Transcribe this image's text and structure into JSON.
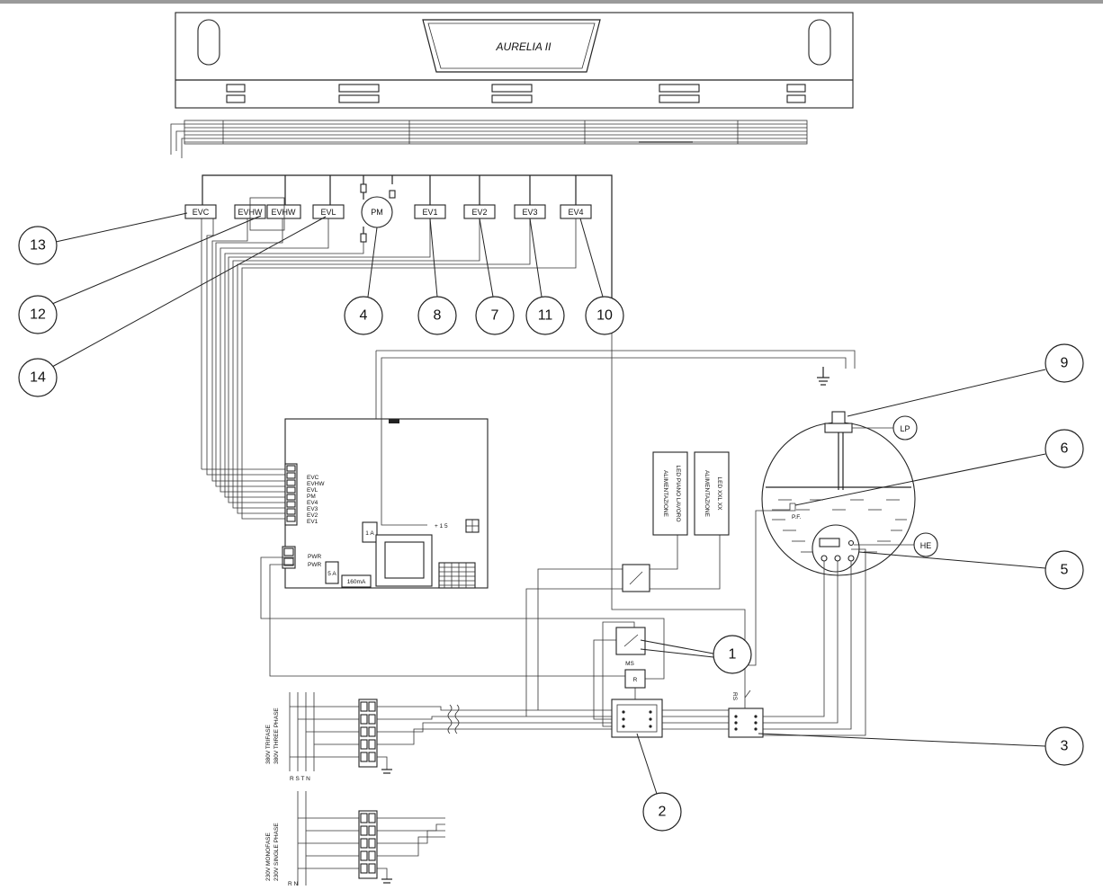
{
  "panel": {
    "brand": "AURELIA II"
  },
  "valves": {
    "evc": "EVC",
    "evhw1": "EVHW",
    "evhw2": "EVHW",
    "evl": "EVL",
    "pm": "PM",
    "ev1": "EV1",
    "ev2": "EV2",
    "ev3": "EV3",
    "ev4": "EV4"
  },
  "board": {
    "fuse_1a": "1 A",
    "fuse_5a": "5 A",
    "fuse_160ma": "160mA",
    "connector_12v": "+ 1 5",
    "terminals": [
      "EVC",
      "EVHW",
      "EVL",
      "PM",
      "EV4",
      "EV3",
      "EV2",
      "EV1"
    ],
    "pwr": [
      "PWR",
      "PWR"
    ]
  },
  "modules": {
    "led_supply_1": "ALIMENTAZIONE",
    "led_supply_2": "LED PIANO LAVORO",
    "led_supply_3": "ALIMENTAZIONE",
    "led_supply_4": "LED XXL XX"
  },
  "boiler": {
    "lp": "LP",
    "he": "HE",
    "probe": "P.F.",
    "ms": "MS",
    "rs": "RS",
    "r": "R"
  },
  "supply": {
    "three_phase_1": "380V TRIFASE",
    "three_phase_2": "380V THREE PHASE",
    "three_phase_terminals": "R S T N",
    "single_phase_1": "230V MONOFASE",
    "single_phase_2": "230V SINGLE PHASE",
    "single_phase_terminals": "R N"
  },
  "callouts": [
    "1",
    "2",
    "3",
    "4",
    "5",
    "6",
    "7",
    "8",
    "9",
    "10",
    "11",
    "12",
    "13",
    "14"
  ]
}
